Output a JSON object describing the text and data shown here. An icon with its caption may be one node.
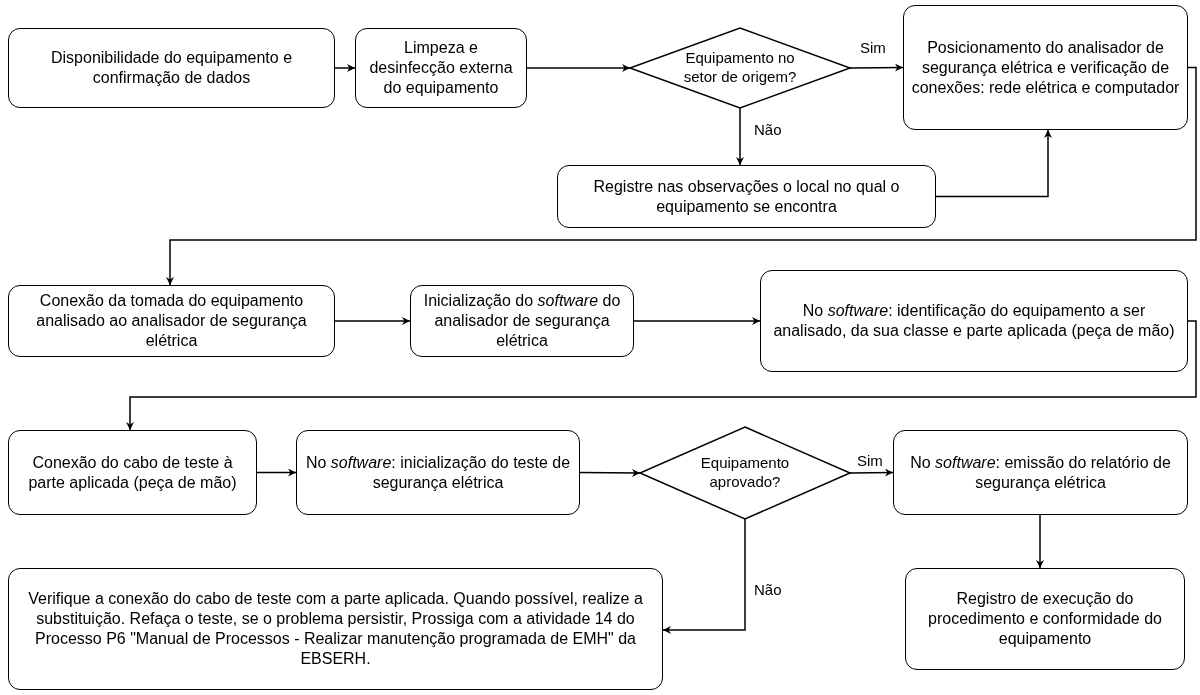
{
  "diagram": {
    "nodes": [
      {
        "text": [
          "Disponibilidade do equipamento e confirmação de dados"
        ]
      },
      {
        "text": [
          "Limpeza e desinfecção externa do equipamento"
        ]
      },
      {
        "text": [
          "Equipamento no setor de origem?"
        ]
      },
      {
        "text": [
          "Posicionamento do analisador de segurança elétrica e verificação de conexões: rede elétrica e computador"
        ]
      },
      {
        "text": [
          "Registre nas observações o local no qual o equipamento se encontra"
        ]
      },
      {
        "text": [
          "Conexão da tomada do equipamento analisado ao analisador de segurança elétrica"
        ]
      },
      {
        "text": [
          "Inicialização do *software* do analisador de segurança elétrica"
        ]
      },
      {
        "text": [
          "No *software*: identificação do equipamento a ser analisado, da sua classe e parte aplicada (peça de mão)"
        ]
      },
      {
        "text": [
          "Conexão do cabo de teste à parte aplicada (peça de mão)"
        ]
      },
      {
        "text": [
          "No *software*: inicialização do teste de segurança elétrica"
        ]
      },
      {
        "text": [
          "Equipamento aprovado?"
        ]
      },
      {
        "text": [
          "No *software*: emissão do relatório de segurança elétrica"
        ]
      },
      {
        "text": [
          "Registro de execução do procedimento e conformidade do equipamento"
        ]
      },
      {
        "text": [
          "Verifique a conexão do cabo de teste com a parte aplicada. Quando possível, realize a substituição. Refaça o teste, se o problema persistir, Prossiga com a atividade 14 do Processo P6 \"Manual de Processos - Realizar manutenção programada de EMH\" da EBSERH."
        ]
      }
    ],
    "edges": [
      {
        "from": 0,
        "to": 1,
        "arrow": "to"
      },
      {
        "from": 1,
        "to": 2,
        "arrow": "to"
      },
      {
        "from": 2,
        "to": 3,
        "arrow": "to",
        "label": "Sim"
      },
      {
        "from": 2,
        "to": 4,
        "arrow": "to",
        "label": "Não"
      },
      {
        "from": 4,
        "to": 3,
        "arrow": "to"
      },
      {
        "from": 3,
        "to": 5,
        "arrow": "to"
      },
      {
        "from": 5,
        "to": 6,
        "arrow": "to"
      },
      {
        "from": 6,
        "to": 7,
        "arrow": "to"
      },
      {
        "from": 7,
        "to": 8,
        "arrow": "to"
      },
      {
        "from": 8,
        "to": 9,
        "arrow": "to"
      },
      {
        "from": 9,
        "to": 10,
        "arrow": "to"
      },
      {
        "from": 10,
        "to": 11,
        "arrow": "to",
        "label": "Sim"
      },
      {
        "from": 10,
        "to": 13,
        "arrow": "to",
        "label": "Não"
      },
      {
        "from": 11,
        "to": 12,
        "arrow": "to"
      }
    ]
  }
}
